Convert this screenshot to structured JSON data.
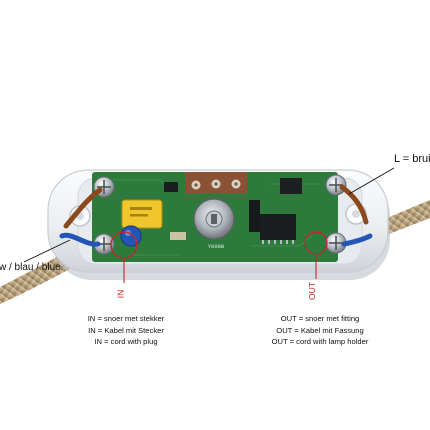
{
  "labels": {
    "brown_wire": "L = bruin",
    "blue_wire": "w / blau / blue",
    "in_marker": "IN",
    "out_marker": "OUT",
    "pcb_print": "Y009B"
  },
  "in_notes": [
    "IN = snoer met stekker",
    "IN = Kabel mit Stecker",
    "IN = cord with plug"
  ],
  "out_notes": [
    "OUT = snoer met fitting",
    "OUT = Kabel mit Fassung",
    "OUT = cord with lamp holder"
  ],
  "colors": {
    "marker_red": "#c8242a",
    "pcb_green": "#2e7a3c",
    "housing_white": "#f2f3f5",
    "cord_tan": "#b9a27e",
    "wire_blue": "#2456b8",
    "wire_brown": "#8a4a1e"
  }
}
